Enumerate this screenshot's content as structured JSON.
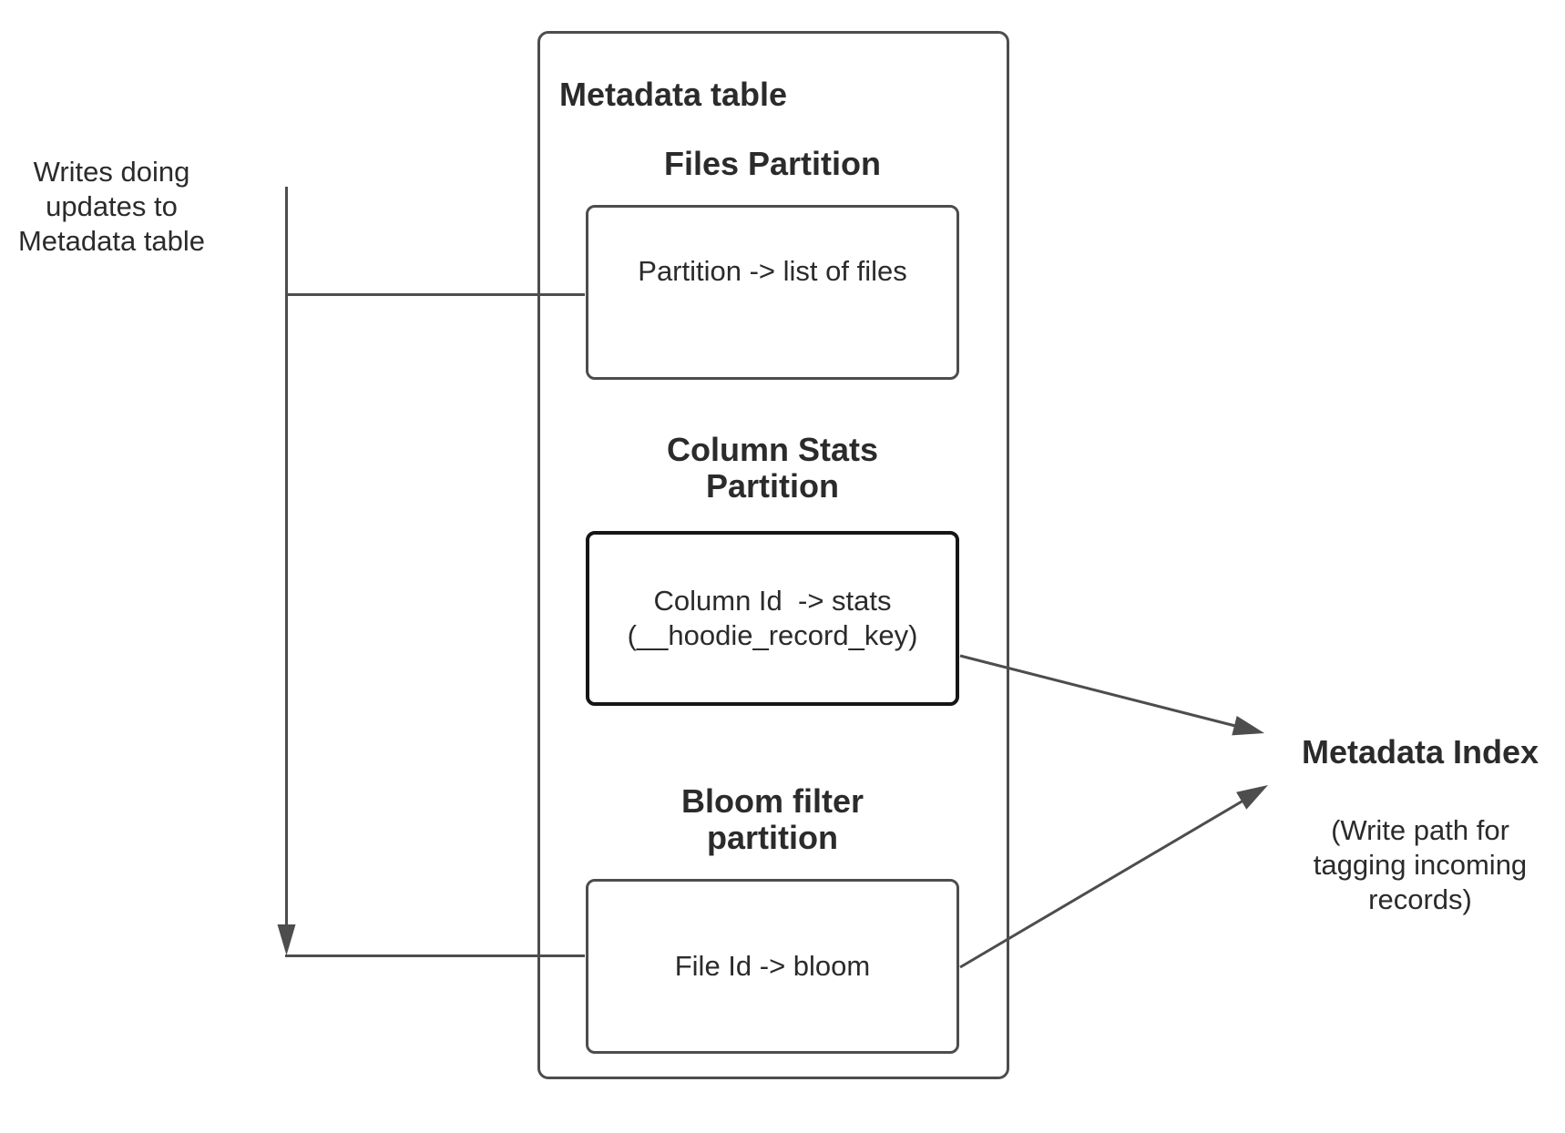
{
  "left_annotation": {
    "lines": [
      "Writes doing",
      "updates to",
      "Metadata table"
    ]
  },
  "metadata_table": {
    "title": "Metadata table",
    "sections": [
      {
        "heading_lines": [
          "Files Partition"
        ],
        "box_lines": [
          "Partition -> list of files"
        ]
      },
      {
        "heading_lines": [
          "Column Stats",
          "Partition"
        ],
        "box_lines": [
          "Column Id  -> stats",
          "(__hoodie_record_key)"
        ]
      },
      {
        "heading_lines": [
          "Bloom filter",
          "partition"
        ],
        "box_lines": [
          "File Id -> bloom"
        ]
      }
    ]
  },
  "metadata_index": {
    "title": "Metadata Index",
    "caption_lines": [
      "(Write path for",
      "tagging incoming",
      "records)"
    ]
  },
  "colors": {
    "line": "#4d4d4d",
    "box_border": "#4d4d4d",
    "emphasis_border": "#161616",
    "text": "#2b2b2b",
    "background": "#ffffff"
  }
}
